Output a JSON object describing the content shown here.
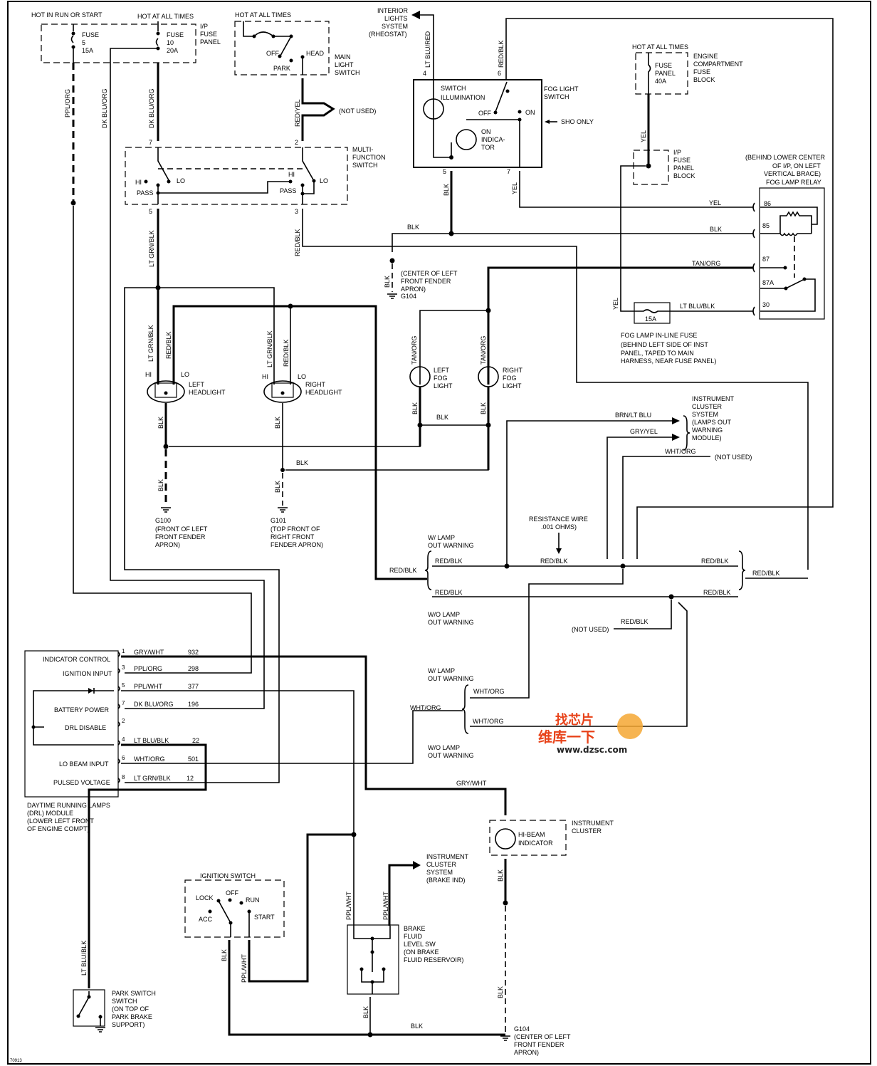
{
  "title": "Daytime Running Lamps / Headlights / Fog Lights Wiring Diagram",
  "figure_id": "70913",
  "watermark": {
    "cn_top": "找芯片",
    "cn_bottom": "维库一下",
    "url": "www.dzsc.com",
    "accent": "#e8431a"
  },
  "power": {
    "hot_run_start": "HOT IN RUN OR START",
    "hot_all_times_1": "HOT AT ALL TIMES",
    "hot_all_times_2": "HOT AT ALL TIMES",
    "hot_all_times_3": "HOT AT ALL TIMES",
    "fuse5": [
      "FUSE",
      "5",
      "15A"
    ],
    "fuse10": [
      "FUSE",
      "10",
      "20A"
    ],
    "ip_fuse_panel": [
      "I/P",
      "FUSE",
      "PANEL"
    ],
    "eng_fuse": [
      "FUSE",
      "PANEL",
      "40A"
    ],
    "eng_block": [
      "ENGINE",
      "COMPARTMENT",
      "FUSE",
      "BLOCK"
    ],
    "ip_block": [
      "I/P",
      "FUSE",
      "PANEL",
      "BLOCK"
    ]
  },
  "main_light_switch": {
    "label": [
      "MAIN",
      "LIGHT",
      "SWITCH"
    ],
    "off": "OFF",
    "park": "PARK",
    "head": "HEAD",
    "not_used": "(NOT USED)"
  },
  "multifunction_switch": {
    "label": [
      "MULTI-",
      "FUNCTION",
      "SWITCH"
    ],
    "hi": "HI",
    "lo": "LO",
    "pass": "PASS",
    "pins": [
      "7",
      "2",
      "5",
      "3"
    ]
  },
  "fog_switch": {
    "label": [
      "FOG LIGHT",
      "SWITCH"
    ],
    "illum": [
      "SWITCH",
      "ILLUMINATION"
    ],
    "on_ind": [
      "ON",
      "INDICA-",
      "TOR"
    ],
    "off": "OFF",
    "on": "ON",
    "sho": "SHO ONLY",
    "pins": [
      "4",
      "6",
      "5",
      "7"
    ],
    "interior": [
      "INTERIOR",
      "LIGHTS",
      "SYSTEM",
      "(RHEOSTAT)"
    ]
  },
  "fog_relay": {
    "location": [
      "(BEHIND LOWER CENTER",
      "OF I/P, ON LEFT",
      "VERTICAL BRACE)",
      "FOG LAMP RELAY"
    ],
    "pins": [
      "86",
      "85",
      "87",
      "87A",
      "30"
    ]
  },
  "inline_fuse": {
    "rating": "15A",
    "label": [
      "FOG LAMP IN-LINE FUSE",
      "(BEHIND LEFT SIDE OF INST",
      "PANEL, TAPED TO MAIN",
      "HARNESS, NEAR FUSE PANEL)"
    ]
  },
  "wires": {
    "ppl_org": "PPL/ORG",
    "dk_blu_org": "DK BLU/ORG",
    "red_yel": "RED/YEL",
    "lt_grn_blk": "LT GRN/BLK",
    "red_blk": "RED/BLK",
    "lt_blu_red": "LT BLU/RED",
    "blk": "BLK",
    "yel": "YEL",
    "tan_org": "TAN/ORG",
    "lt_blu_blk": "LT BLU/BLK",
    "brn_lt_blu": "BRN/LT BLU",
    "gry_yel": "GRY/YEL",
    "wht_org": "WHT/ORG",
    "gry_wht": "GRY/WHT",
    "ppl_wht": "PPL/WHT"
  },
  "ground_g104_top": [
    "(CENTER OF LEFT",
    "FRONT FENDER",
    "APRON)",
    "G104"
  ],
  "headlights": {
    "left": [
      "LEFT",
      "HEADLIGHT"
    ],
    "right": [
      "RIGHT",
      "HEADLIGHT"
    ],
    "hi": "HI",
    "lo": "LO",
    "g100": [
      "G100",
      "(FRONT OF LEFT",
      "FRONT FENDER",
      "APRON)"
    ],
    "g101": [
      "G101",
      "(TOP FRONT OF",
      "RIGHT FRONT",
      "FENDER APRON)"
    ]
  },
  "fog_lights": {
    "left": [
      "LEFT",
      "FOG",
      "LIGHT"
    ],
    "right": [
      "RIGHT",
      "FOG",
      "LIGHT"
    ]
  },
  "cluster_lamps_out": [
    "INSTRUMENT",
    "CLUSTER",
    "SYSTEM",
    "(LAMPS OUT",
    "WARNING",
    "MODULE)"
  ],
  "not_used": "(NOT USED)",
  "resistance_wire": [
    "RESISTANCE WIRE",
    ".001 OHMS)"
  ],
  "lamp_warning": {
    "with": [
      "W/ LAMP",
      "OUT WARNING"
    ],
    "without": [
      "W/O LAMP",
      "OUT WARNING"
    ]
  },
  "drl_module": {
    "functions": [
      "INDICATOR CONTROL",
      "IGNITION INPUT",
      "BATTERY POWER",
      "DRL DISABLE",
      "LO BEAM INPUT",
      "PULSED VOLTAGE"
    ],
    "pins": [
      {
        "pin": "1",
        "color": "GRY/WHT",
        "circuit": "932"
      },
      {
        "pin": "3",
        "color": "PPL/ORG",
        "circuit": "298"
      },
      {
        "pin": "5",
        "color": "PPL/WHT",
        "circuit": "377"
      },
      {
        "pin": "7",
        "color": "DK BLU/ORG",
        "circuit": "196"
      },
      {
        "pin": "2",
        "color": "",
        "circuit": ""
      },
      {
        "pin": "4",
        "color": "LT BLU/BLK",
        "circuit": "22"
      },
      {
        "pin": "6",
        "color": "WHT/ORG",
        "circuit": "501"
      },
      {
        "pin": "8",
        "color": "LT GRN/BLK",
        "circuit": "12"
      }
    ],
    "label": [
      "DAYTIME RUNNING LAMPS",
      "(DRL) MODULE",
      "(LOWER LEFT FRONT",
      "OF ENGINE COMPT)"
    ]
  },
  "hi_beam": {
    "label": [
      "HI-BEAM",
      "INDICATOR"
    ],
    "cluster": [
      "INSTRUMENT",
      "CLUSTER"
    ]
  },
  "ignition_switch": {
    "title": "IGNITION SWITCH",
    "lock": "LOCK",
    "off": "OFF",
    "run": "RUN",
    "acc": "ACC",
    "start": "START"
  },
  "brake_ind": [
    "INSTRUMENT",
    "CLUSTER",
    "SYSTEM",
    "(BRAKE IND)"
  ],
  "brake_fluid": [
    "BRAKE",
    "FLUID",
    "LEVEL SW",
    "(ON BRAKE",
    "FLUID RESERVOIR)"
  ],
  "park_switch": [
    "PARK SWITCH",
    "SWITCH",
    "(ON TOP OF",
    "PARK BRAKE",
    "SUPPORT)"
  ],
  "g104_bottom": [
    "G104",
    "(CENTER OF LEFT",
    "FRONT FENDER",
    "APRON)"
  ]
}
